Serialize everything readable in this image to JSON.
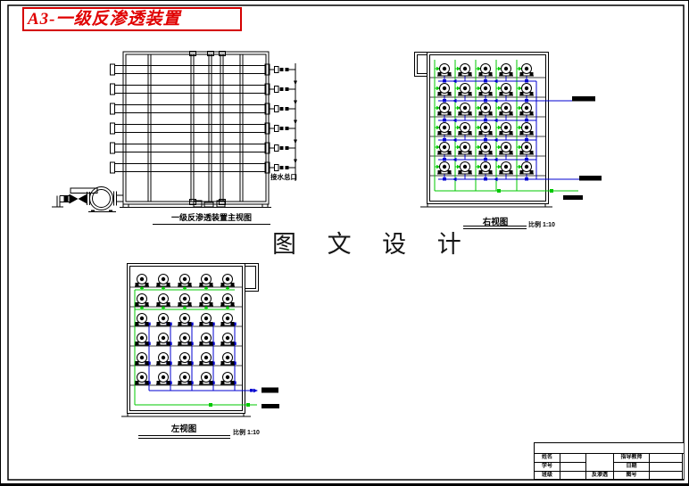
{
  "page": {
    "title": "A3-一级反渗透装置",
    "watermark": "图 文 设 计"
  },
  "views": {
    "front": {
      "caption": "一级反渗透装置主视图",
      "port_label": "接水总口"
    },
    "right": {
      "caption": "右视图",
      "scale": "比例 1:10",
      "grid": {
        "rows": 6,
        "cols": 5
      }
    },
    "left": {
      "caption": "左视图",
      "scale": "比例 1:10",
      "grid": {
        "rows": 6,
        "cols": 5
      }
    }
  },
  "title_block": {
    "left_labels": [
      "姓名",
      "学号",
      "班级"
    ],
    "right_labels": [
      "指导教师",
      "日期",
      "图号"
    ],
    "drawing_name": "反渗透"
  },
  "colors": {
    "black": "#000000",
    "green": "#00c800",
    "blue": "#0000d0",
    "red": "#e00000"
  }
}
